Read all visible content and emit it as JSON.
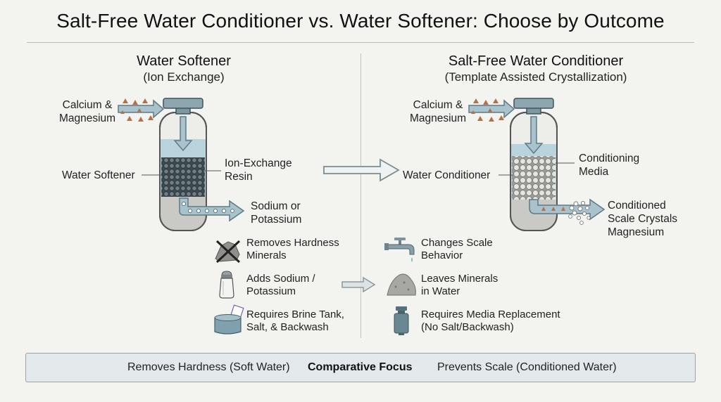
{
  "title": "Salt-Free Water Conditioner vs. Water Softener: Choose by Outcome",
  "softener": {
    "heading": "Water Softener",
    "subheading": "(Ion Exchange)",
    "inlet_label": [
      "Calcium &",
      "Magnesium"
    ],
    "tank_label": "Water Softener",
    "media_label": [
      "Ion-Exchange",
      "Resin"
    ],
    "outlet_label": [
      "Sodium or",
      "Potassium"
    ],
    "features": [
      {
        "icon": "crossed-out-minerals-icon",
        "lines": [
          "Removes Hardness",
          "Minerals"
        ]
      },
      {
        "icon": "salt-shaker-icon",
        "lines": [
          "Adds Sodium /",
          "Potassium"
        ]
      },
      {
        "icon": "brine-tank-icon",
        "lines": [
          "Requires Brine Tank,",
          "Salt, & Backwash"
        ]
      }
    ]
  },
  "conditioner": {
    "heading": "Salt-Free Water Conditioner",
    "subheading": "(Template Assisted Crystallization)",
    "inlet_label": [
      "Calcium &",
      "Magnesium"
    ],
    "tank_label": "Water Conditioner",
    "media_label": [
      "Conditioning",
      "Media"
    ],
    "outlet_label": [
      "Conditioned",
      "Scale Crystals",
      "Magnesium"
    ],
    "features": [
      {
        "icon": "faucet-icon",
        "lines": [
          "Changes Scale",
          "Behavior"
        ]
      },
      {
        "icon": "mineral-pile-icon",
        "lines": [
          "Leaves Minerals",
          "in Water"
        ]
      },
      {
        "icon": "filter-cartridge-icon",
        "lines": [
          "Requires Media Replacement",
          "(No Salt/Backwash)"
        ]
      }
    ]
  },
  "footer": {
    "left": "Removes Hardness (Soft Water)",
    "center": "Comparative Focus",
    "right": "Prevents Scale (Conditioned Water)"
  },
  "colors": {
    "arrow_fill": "#a9c2cc",
    "arrow_stroke": "#5e7b86",
    "water": "#b9d3dc",
    "tank_gray": "#c9c9c6",
    "mineral": "#b5704a"
  }
}
